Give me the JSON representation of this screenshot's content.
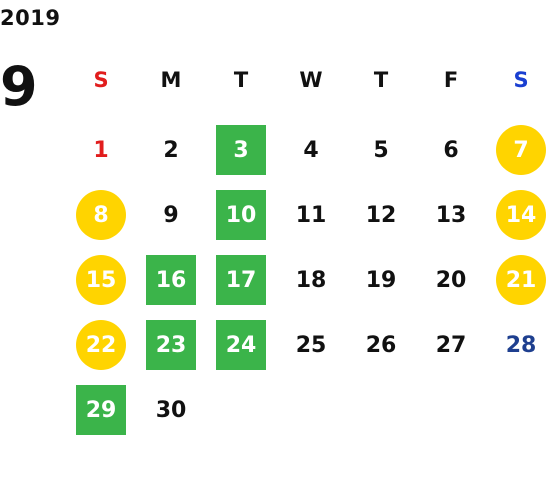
{
  "calendar": {
    "year": "2019",
    "month": "9",
    "weekdays": [
      "S",
      "M",
      "T",
      "W",
      "T",
      "F",
      "S"
    ],
    "colors": {
      "sunday_header": "#e11d1d",
      "saturday_header": "#1a3fd1",
      "saturday_date": "#1e3f8f",
      "green_highlight": "#3bb44a",
      "yellow_highlight": "#ffd400",
      "default_text": "#111111"
    },
    "days": [
      {
        "day": "1",
        "highlight": "none",
        "text_color": "sunday"
      },
      {
        "day": "2",
        "highlight": "none"
      },
      {
        "day": "3",
        "highlight": "green-square"
      },
      {
        "day": "4",
        "highlight": "none"
      },
      {
        "day": "5",
        "highlight": "none"
      },
      {
        "day": "6",
        "highlight": "none"
      },
      {
        "day": "7",
        "highlight": "yellow-circle"
      },
      {
        "day": "8",
        "highlight": "yellow-circle"
      },
      {
        "day": "9",
        "highlight": "none"
      },
      {
        "day": "10",
        "highlight": "green-square"
      },
      {
        "day": "11",
        "highlight": "none"
      },
      {
        "day": "12",
        "highlight": "none"
      },
      {
        "day": "13",
        "highlight": "none"
      },
      {
        "day": "14",
        "highlight": "yellow-circle"
      },
      {
        "day": "15",
        "highlight": "yellow-circle"
      },
      {
        "day": "16",
        "highlight": "green-square"
      },
      {
        "day": "17",
        "highlight": "green-square"
      },
      {
        "day": "18",
        "highlight": "none"
      },
      {
        "day": "19",
        "highlight": "none"
      },
      {
        "day": "20",
        "highlight": "none"
      },
      {
        "day": "21",
        "highlight": "yellow-circle"
      },
      {
        "day": "22",
        "highlight": "yellow-circle"
      },
      {
        "day": "23",
        "highlight": "green-square"
      },
      {
        "day": "24",
        "highlight": "green-square"
      },
      {
        "day": "25",
        "highlight": "none"
      },
      {
        "day": "26",
        "highlight": "none"
      },
      {
        "day": "27",
        "highlight": "none"
      },
      {
        "day": "28",
        "highlight": "none",
        "text_color": "saturday"
      },
      {
        "day": "29",
        "highlight": "green-square"
      },
      {
        "day": "30",
        "highlight": "none"
      }
    ]
  }
}
